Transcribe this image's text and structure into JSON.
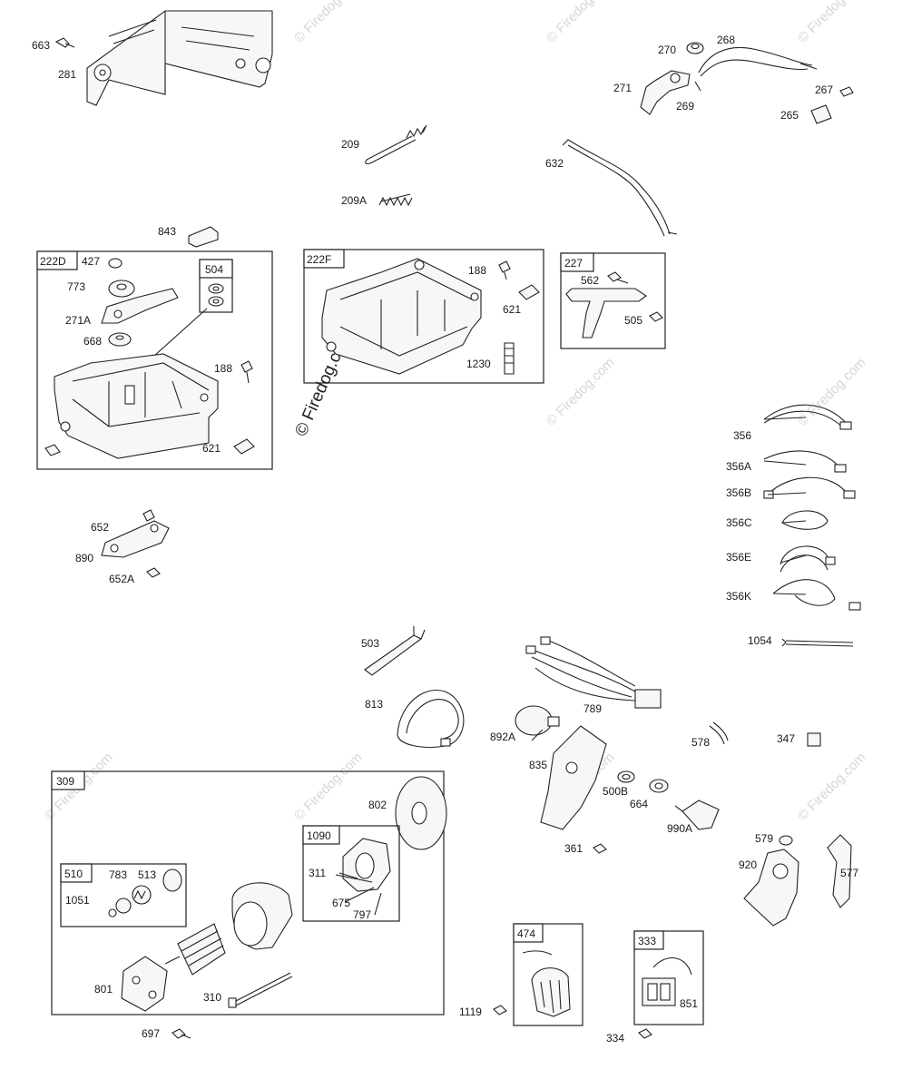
{
  "diagram": {
    "watermark_text": "© Firedog.com",
    "center_watermark_text": "© Firedog.com",
    "callouts": {
      "c663": "663",
      "c281": "281",
      "c270": "270",
      "c268": "268",
      "c271": "271",
      "c269": "269",
      "c267": "267",
      "c265": "265",
      "c209": "209",
      "c209A": "209A",
      "c632": "632",
      "c843": "843",
      "c427": "427",
      "c773": "773",
      "c271A": "271A",
      "c668": "668",
      "c188a": "188",
      "c621a": "621",
      "c188b": "188",
      "c621b": "621",
      "c1230": "1230",
      "c562": "562",
      "c505": "505",
      "c356": "356",
      "c356A": "356A",
      "c356B": "356B",
      "c356C": "356C",
      "c356E": "356E",
      "c356K": "356K",
      "c652": "652",
      "c890": "890",
      "c652A": "652A",
      "c1054": "1054",
      "c503": "503",
      "c813": "813",
      "c789": "789",
      "c892A": "892A",
      "c578": "578",
      "c347": "347",
      "c835": "835",
      "c500B": "500B",
      "c664": "664",
      "c990A": "990A",
      "c361": "361",
      "c579": "579",
      "c920": "920",
      "c577": "577",
      "c802": "802",
      "c311": "311",
      "c675": "675",
      "c797": "797",
      "c783": "783",
      "c513": "513",
      "c1051": "1051",
      "c801": "801",
      "c310": "310",
      "c697": "697",
      "c1119": "1119",
      "c851": "851",
      "c334": "334"
    },
    "kits": {
      "k222D": "222D",
      "k504": "504",
      "k222F": "222F",
      "k227": "227",
      "k309": "309",
      "k1090": "1090",
      "k510": "510",
      "k474": "474",
      "k333": "333"
    }
  }
}
